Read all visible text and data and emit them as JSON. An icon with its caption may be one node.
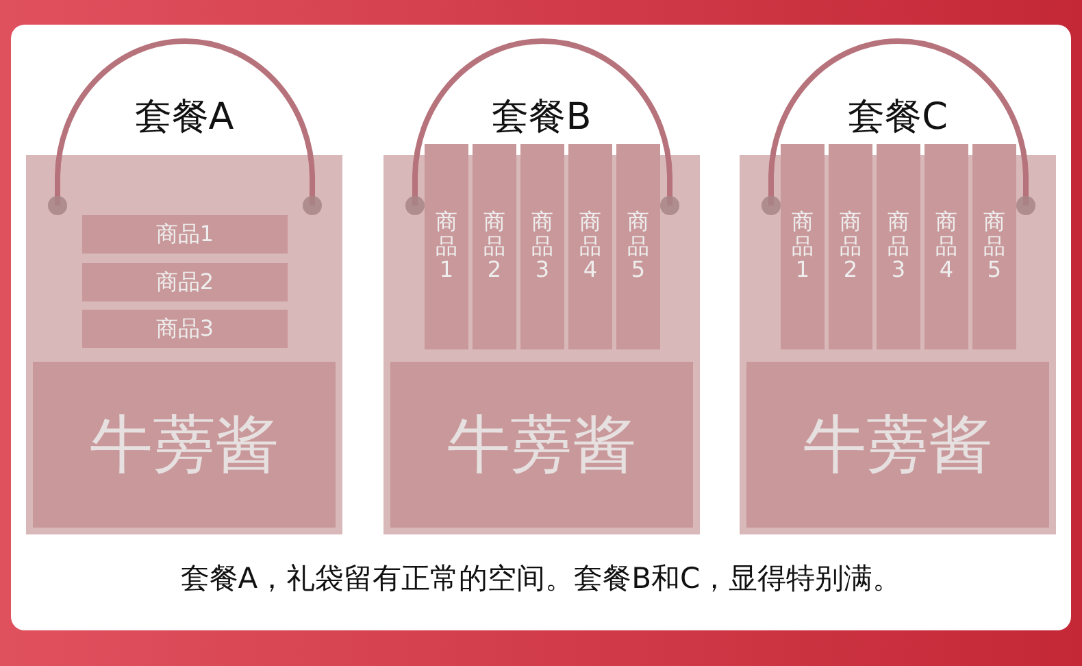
{
  "diagram": {
    "caption": "套餐A，礼袋留有正常的空间。套餐B和C，显得特别满。",
    "nodes": [
      {
        "text": [
          "套餐A"
        ]
      },
      {
        "text": [
          "商品1"
        ],
        "in": 0
      },
      {
        "text": [
          "商品2"
        ],
        "in": 0
      },
      {
        "text": [
          "商品3"
        ],
        "in": 0
      },
      {
        "text": [
          "牛蒡酱"
        ],
        "in": 0
      },
      {
        "text": [
          "套餐B"
        ]
      },
      {
        "text": [
          "商品1"
        ],
        "in": 5
      },
      {
        "text": [
          "商品2"
        ],
        "in": 5
      },
      {
        "text": [
          "商品3"
        ],
        "in": 5
      },
      {
        "text": [
          "商品4"
        ],
        "in": 5
      },
      {
        "text": [
          "商品5"
        ],
        "in": 5
      },
      {
        "text": [
          "牛蒡酱"
        ],
        "in": 5
      },
      {
        "text": [
          "套餐C"
        ]
      },
      {
        "text": [
          "商品1"
        ],
        "in": 12
      },
      {
        "text": [
          "商品2"
        ],
        "in": 12
      },
      {
        "text": [
          "商品3"
        ],
        "in": 12
      },
      {
        "text": [
          "商品4"
        ],
        "in": 12
      },
      {
        "text": [
          "商品5"
        ],
        "in": 12
      },
      {
        "text": [
          "牛蒡酱"
        ],
        "in": 12
      }
    ]
  }
}
